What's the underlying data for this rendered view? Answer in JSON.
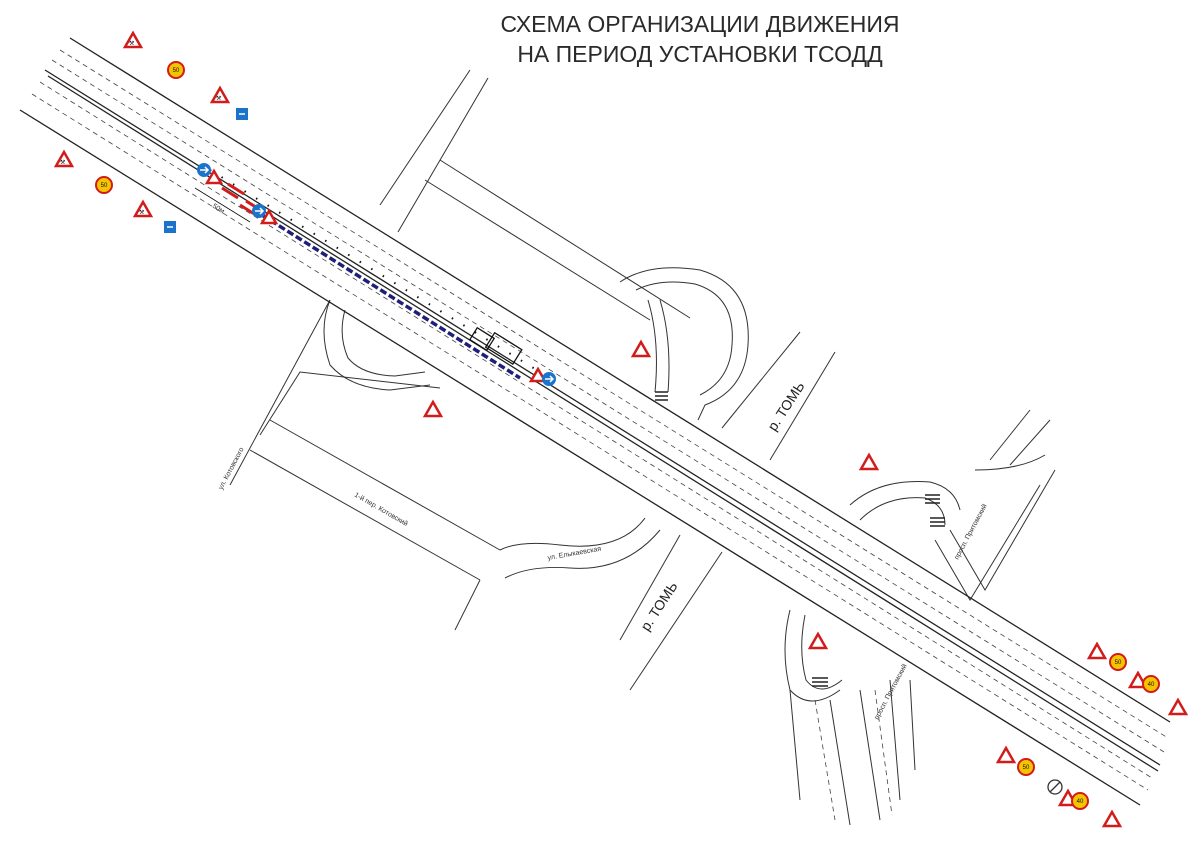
{
  "title": {
    "line1": "СХЕМА ОРГАНИЗАЦИИ ДВИЖЕНИЯ",
    "line2": "НА ПЕРИОД УСТАНОВКИ ТСОДД"
  },
  "labels": {
    "river_upper": "р. ТОМЬ",
    "river_lower": "р. ТОМЬ",
    "street_kotovskogo": "ул. Котовского",
    "street_1_per": "1-й пер. Котовский",
    "street_elykaevskaya": "ул. Елыкаевская",
    "street_pritomsky_upper": "просп. Притомский",
    "street_pritomsky_lower": "просп. Притомский",
    "distance": "50м"
  },
  "signs": {
    "speed_upper": "50",
    "speed_left": "50",
    "speed_r1": "50",
    "speed_r2": "40",
    "speed_r3": "50",
    "speed_r4": "40"
  },
  "colors": {
    "sign_red": "#d21c1c",
    "sign_yellow": "#f5c400",
    "sign_blue": "#1b74c9",
    "barrier_dash": "#1f1f7a"
  }
}
